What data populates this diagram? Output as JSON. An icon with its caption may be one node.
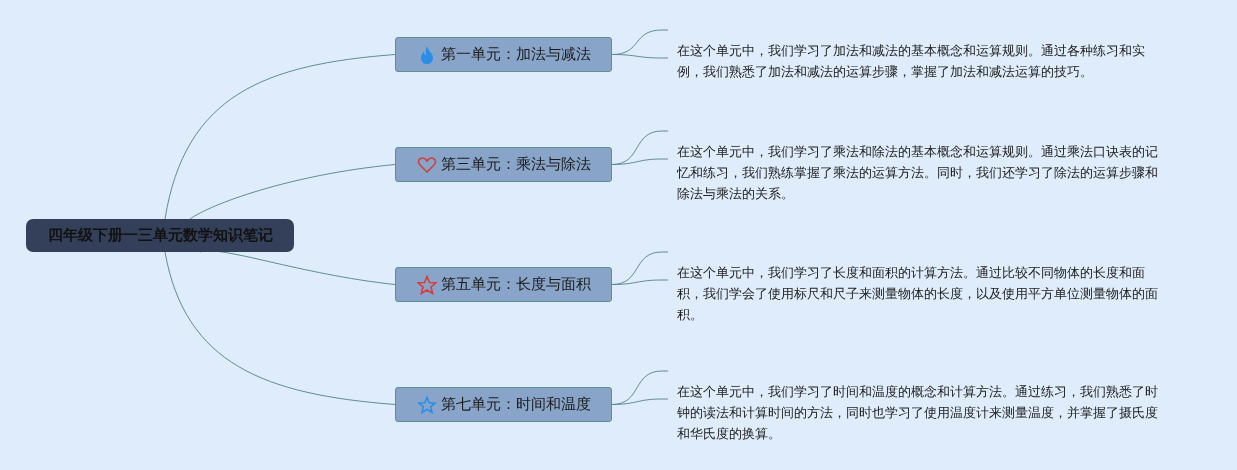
{
  "diagram": {
    "nodes": [
      {
        "text": [
          "四年级下册一三单元数学知识笔记"
        ]
      },
      {
        "text": [
          "第一单元：加法与减法"
        ]
      },
      {
        "text": [
          "第三单元：乘法与除法"
        ]
      },
      {
        "text": [
          "第五单元：长度与面积"
        ]
      },
      {
        "text": [
          "第七单元：时间和温度"
        ]
      },
      {
        "text": [
          "在这个单元中，我们学习了加法和减法的基本概念和运算规则。通过各种练习和实例，我们熟悉了加法和减法的运算步骤，掌握了加法和减法运算的技巧。"
        ]
      },
      {
        "text": [
          "在这个单元中，我们学习了乘法和除法的基本概念和运算规则。通过乘法口诀表的记忆和练习，我们熟练掌握了乘法的运算方法。同时，我们还学习了除法的运算步骤和除法与乘法的关系。"
        ]
      },
      {
        "text": [
          "在这个单元中，我们学习了长度和面积的计算方法。通过比较不同物体的长度和面积，我们学会了使用标尺和尺子来测量物体的长度，以及使用平方单位测量物体的面积。"
        ]
      },
      {
        "text": [
          "在这个单元中，我们学习了时间和温度的概念和计算方法。通过练习，我们熟悉了时钟的读法和计算时间的方法，同时也学习了使用温度计来测量温度，并掌握了摄氏度和华氏度的换算。"
        ]
      }
    ],
    "edges": [
      {
        "from": 0,
        "to": 1,
        "arrow": "none"
      },
      {
        "from": 0,
        "to": 2,
        "arrow": "none"
      },
      {
        "from": 0,
        "to": 3,
        "arrow": "none"
      },
      {
        "from": 0,
        "to": 4,
        "arrow": "none"
      },
      {
        "from": 1,
        "to": 5,
        "arrow": "none"
      },
      {
        "from": 2,
        "to": 6,
        "arrow": "none"
      },
      {
        "from": 3,
        "to": 7,
        "arrow": "none"
      },
      {
        "from": 4,
        "to": 8,
        "arrow": "none"
      }
    ]
  }
}
